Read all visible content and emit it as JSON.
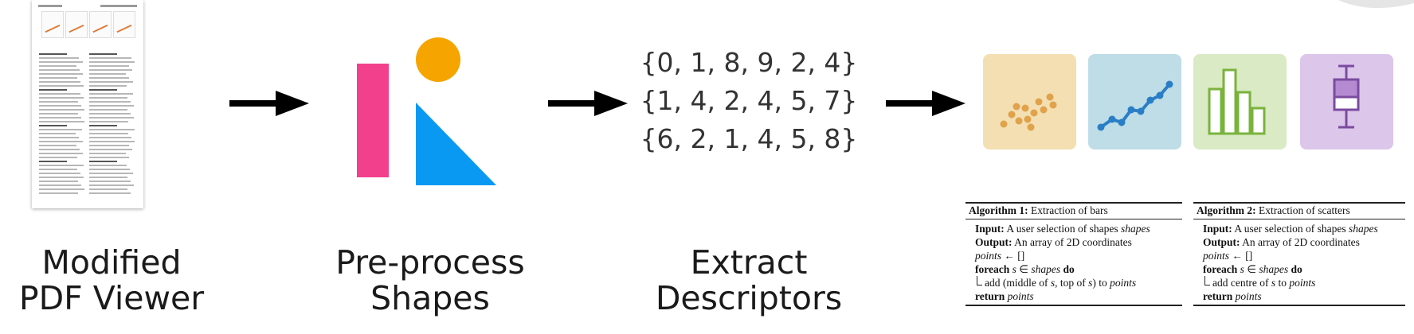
{
  "stages": [
    {
      "name": "viewer",
      "line1": "Modified",
      "line2": "PDF Viewer"
    },
    {
      "name": "preprocess",
      "line1": "Pre-process",
      "line2": "Shapes"
    },
    {
      "name": "extract",
      "line1": "Extract",
      "line2": "Descriptors"
    }
  ],
  "descriptors": [
    "{0, 1, 8, 9, 2, 4}",
    "{1, 4, 2, 4, 5, 7}",
    "{6, 2, 1, 4, 5, 8}"
  ],
  "chart_icons": [
    {
      "type": "scatter",
      "color": "#f3dfb2",
      "mark": "#e0a24a"
    },
    {
      "type": "line",
      "color": "#bfdde7",
      "mark": "#2a7ec6"
    },
    {
      "type": "bar",
      "color": "#d9eac4",
      "mark": "#7ab33c"
    },
    {
      "type": "box",
      "color": "#dcc6ea",
      "mark": "#7b4ba0"
    }
  ],
  "shape_colors": {
    "rect": "#f2408c",
    "circle": "#f5a400",
    "triangle": "#0a99f2"
  },
  "algorithms": [
    {
      "number": "Algorithm 1:",
      "title": " Extraction of bars",
      "input_kw": "Input:",
      "input_text": " A user selection of shapes ",
      "input_var": "shapes",
      "output_kw": "Output:",
      "output_text": " An array of 2D coordinates",
      "init_var": "points",
      "init_text": " ← []",
      "foreach_kw": "foreach",
      "foreach_s": " s",
      "foreach_in": " ∈ ",
      "foreach_set": "shapes",
      "do_kw": " do",
      "body_text": "add (middle of ",
      "body_s": "s",
      "body_mid": ", top of ",
      "body_s2": "s",
      "body_end": ") to ",
      "body_var": "points",
      "return_kw": "return",
      "return_var": " points"
    },
    {
      "number": "Algorithm 2:",
      "title": " Extraction of scatters",
      "input_kw": "Input:",
      "input_text": " A user selection of shapes ",
      "input_var": "shapes",
      "output_kw": "Output:",
      "output_text": " An array of 2D coordinates",
      "init_var": "points",
      "init_text": " ← []",
      "foreach_kw": "foreach",
      "foreach_s": " s",
      "foreach_in": " ∈ ",
      "foreach_set": "shapes",
      "do_kw": " do",
      "body_text": "add centre of ",
      "body_s": "s",
      "body_end": " to ",
      "body_var": "points",
      "return_kw": "return",
      "return_var": " points"
    }
  ]
}
